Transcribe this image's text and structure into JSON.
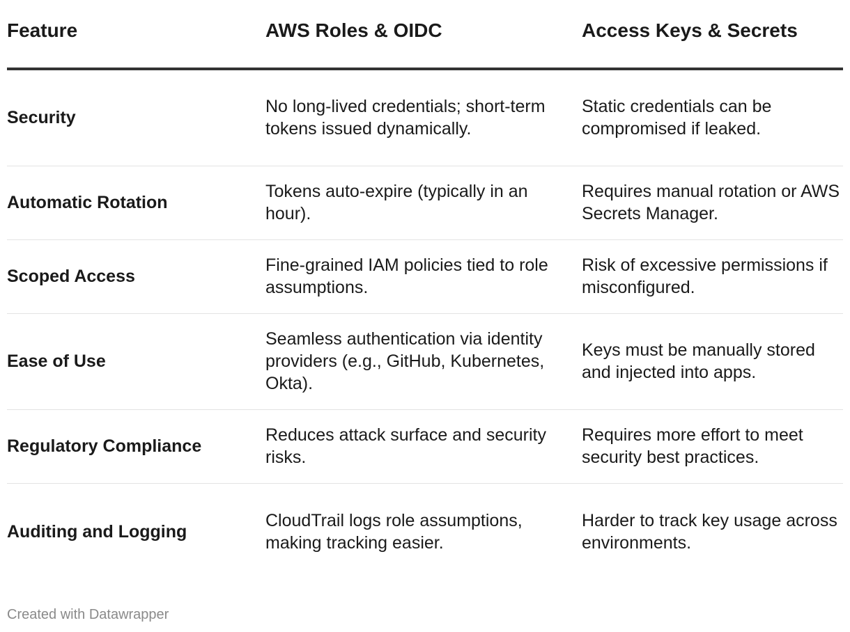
{
  "chart_data": {
    "type": "table",
    "columns": [
      "Feature",
      "AWS Roles & OIDC",
      "Access Keys & Secrets"
    ],
    "rows": [
      {
        "feature": "Security",
        "aws_roles_oidc": "No long-lived credentials; short-term tokens issued dynamically.",
        "access_keys_secrets": "Static credentials can be compromised if leaked."
      },
      {
        "feature": "Automatic Rotation",
        "aws_roles_oidc": "Tokens auto-expire (typically in an hour).",
        "access_keys_secrets": "Requires manual rotation or AWS Secrets Manager."
      },
      {
        "feature": "Scoped Access",
        "aws_roles_oidc": "Fine-grained IAM policies tied to role assumptions.",
        "access_keys_secrets": "Risk of excessive permissions if misconfigured."
      },
      {
        "feature": "Ease of Use",
        "aws_roles_oidc": "Seamless authentication via identity providers (e.g., GitHub, Kubernetes, Okta).",
        "access_keys_secrets": "Keys must be manually stored and injected into apps."
      },
      {
        "feature": "Regulatory Compliance",
        "aws_roles_oidc": "Reduces attack surface and security risks.",
        "access_keys_secrets": "Requires more effort to meet security best practices."
      },
      {
        "feature": "Auditing and Logging",
        "aws_roles_oidc": "CloudTrail logs role assumptions, making tracking easier.",
        "access_keys_secrets": "Harder to track key usage across environments."
      }
    ]
  },
  "footer": {
    "credit": "Created with Datawrapper"
  }
}
